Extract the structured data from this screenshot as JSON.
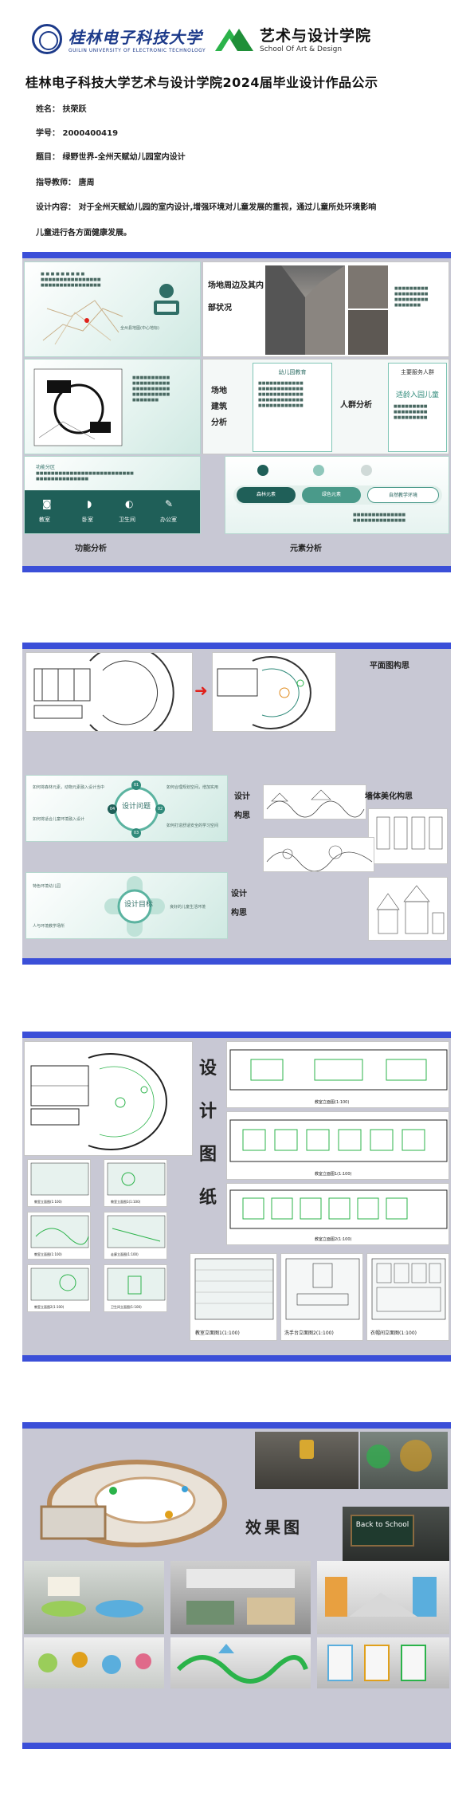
{
  "header": {
    "university_cn": "桂林电子科技大学",
    "university_en": "GUILIN UNIVERSITY OF ELECTRONIC TECHNOLOGY",
    "school_cn": "艺术与设计学院",
    "school_en": "School Of Art & Design"
  },
  "title": "桂林电子科技大学艺术与设计学院2024届毕业设计作品公示",
  "info": {
    "name": "姓名： 扶荣跃",
    "id": "学号： 2000400419",
    "topic": "题目： 绿野世界-全州天赋幼儿园室内设计",
    "advisor": "指导教师： 唐周",
    "content_1": "设计内容： 对于全州天赋幼儿园的室内设计,增强环境对儿童发展的重视，通过儿童所处环境影响",
    "content_2": "儿童进行各方面健康发展。"
  },
  "panel1": {
    "site_label": "场地周边及其内部状况",
    "site_label_line1": "场地周边及其内",
    "site_label_line2": "部状况",
    "building_label_1": "场地",
    "building_label_2": "建筑",
    "building_label_3": "分析",
    "crowd_label": "人群分析",
    "function_label": "功能分析",
    "element_label": "元素分析",
    "func_title": "功能分区",
    "func_rooms": [
      "教室",
      "卧室",
      "卫生间",
      "办公室"
    ],
    "elements": [
      "森林元素",
      "绿色元素",
      "自然教学环境"
    ],
    "edu_title": "幼儿园教育",
    "target_title": "主要服务人群",
    "target_value": "适龄入园儿童",
    "map_caption": "全州县地图(中心地标)"
  },
  "panel2": {
    "plan_concept": "平面图构思",
    "wall_concept": "墙体美化构思",
    "design_idea_1": "设计",
    "design_idea_2": "构思",
    "question_title": "设计问题",
    "goal_title": "设计目标",
    "q_items": [
      "如何将森林元素，动物元素融入设计当中",
      "如何合理规划空间，增加实用",
      "如何打造舒适安全的学习空间",
      "如何将适合儿童环境融入设计"
    ],
    "goal_items": [
      "特色环境幼儿园",
      "人与环境教学场所",
      "良好的儿童生活环境"
    ],
    "q_numbers": [
      "01",
      "02",
      "03",
      "04"
    ]
  },
  "panel3": {
    "drawing_title_chars": [
      "设",
      "计",
      "图",
      "纸"
    ],
    "elev_a": "教室立面图(1:100)",
    "elev_b": "教室立面图1(1:100)",
    "elev_c": "教室立面图2(1:100)",
    "elev_d": "教室立面图1(1:100)",
    "elev_e": "洗手台立面图2(1:100)",
    "elev_f": "衣帽间立面图(1:100)",
    "small_1": "教室立面图(1:100)",
    "small_2": "教室立面图1(1:100)",
    "small_3": "教室立面图(1:100)",
    "small_4": "走廊立面图(1:100)",
    "small_5": "教室立面图2(1:100)",
    "small_6": "卫生间立面图(1:100)"
  },
  "panel4": {
    "render_label": "效果图",
    "school_sign": "Back to School"
  },
  "colors": {
    "band": "#3b4fd8",
    "panel_bg": "#c8c8d4",
    "teal": "#2f8a7a",
    "red_arrow": "#e0211b"
  }
}
